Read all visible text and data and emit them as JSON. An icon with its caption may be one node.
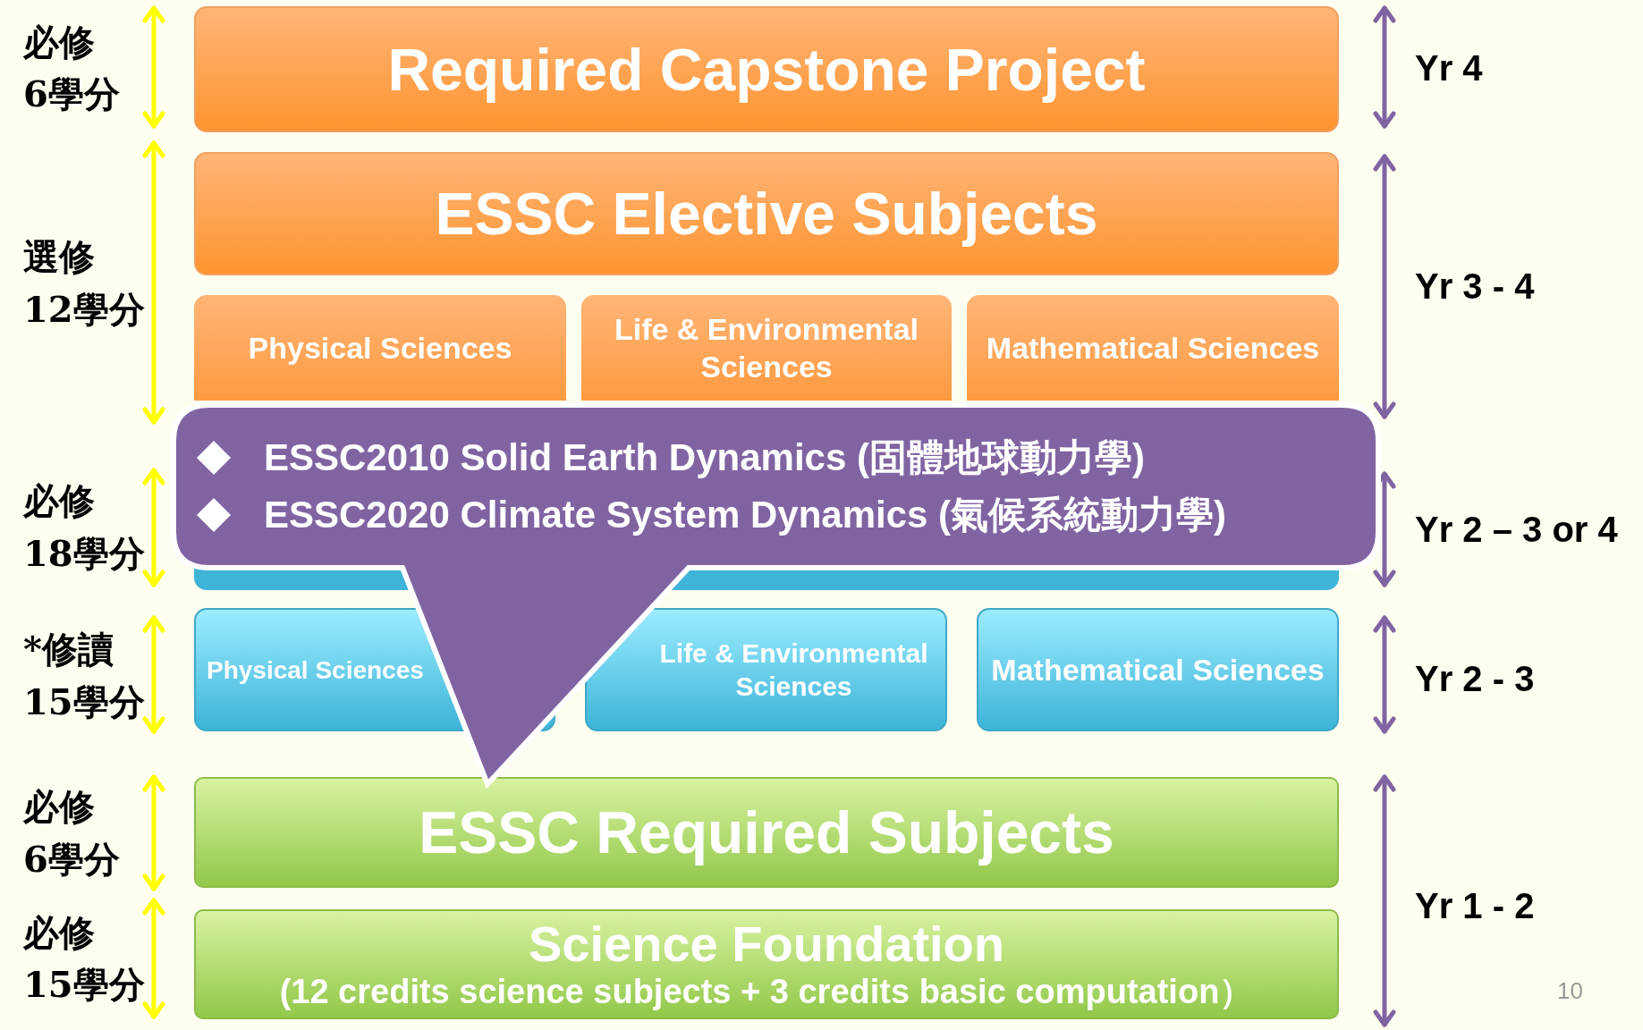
{
  "diagram": {
    "nodes": [
      {
        "text": [
          "Required Capstone Project"
        ]
      },
      {
        "text": [
          "ESSC Elective Subjects"
        ]
      },
      {
        "text": [
          "Physical Sciences"
        ]
      },
      {
        "text": [
          "Life & Environmental Sciences"
        ]
      },
      {
        "text": [
          "Mathematical Sciences"
        ]
      },
      {
        "text": [
          "ESSC2010 Solid Earth Dynamics (固體地球動力學)",
          "ESSC2020 Climate System Dynamics (氣候系統動力學)"
        ]
      },
      {
        "text": [],
        "shape": "bar"
      },
      {
        "text": [
          "Physical Sciences"
        ]
      },
      {
        "text": [
          "Life & Environmental Sciences"
        ]
      },
      {
        "text": [
          "Mathematical Sciences"
        ]
      },
      {
        "text": [
          "ESSC Required Subjects"
        ]
      },
      {
        "text": [
          "Science Foundation",
          "(12 credits science subjects + 3 credits basic computation）"
        ]
      }
    ],
    "labels": [
      "必修",
      "6學分",
      "Yr 4",
      "選修",
      "12學分",
      "Yr 3 - 4",
      "必修",
      "18學分",
      "Yr 2 – 3 or 4",
      "*修讀",
      "15學分",
      "Yr 2 - 3",
      "必修",
      "6學分",
      "Yr 1 - 2",
      "必修",
      "15學分",
      "10"
    ]
  }
}
